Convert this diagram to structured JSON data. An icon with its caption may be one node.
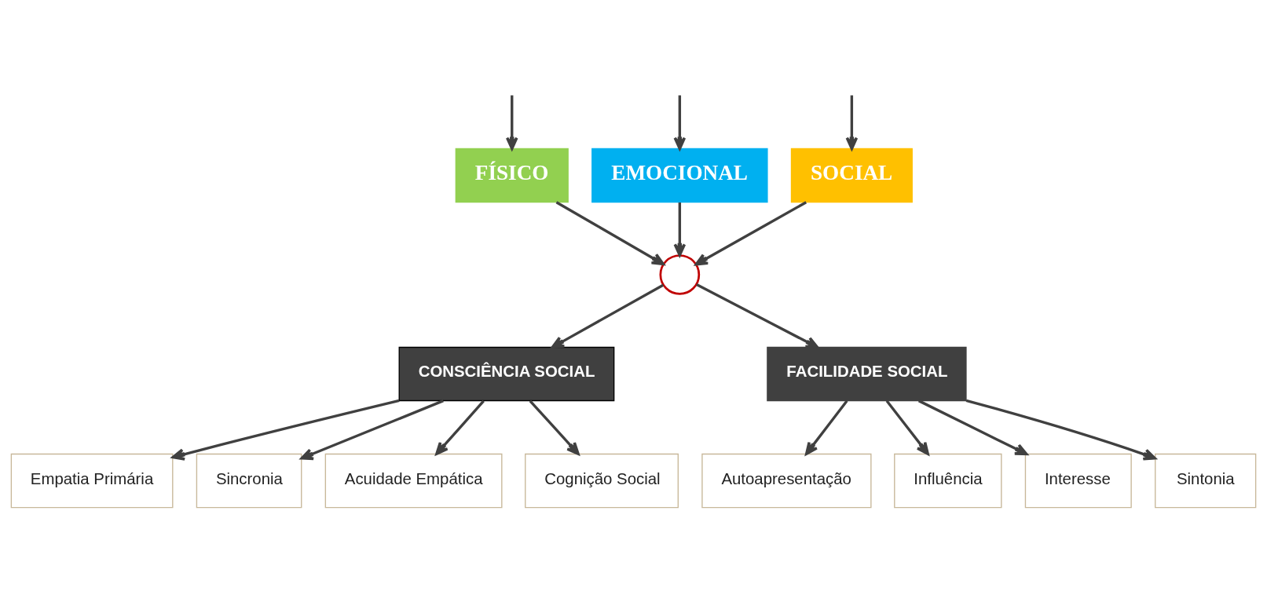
{
  "diagram": {
    "nodes": [
      {
        "text": [
          "FÍSICO"
        ]
      },
      {
        "text": [
          "EMOCIONAL"
        ]
      },
      {
        "text": [
          "SOCIAL"
        ]
      },
      {
        "text": [],
        "shape": "circle"
      },
      {
        "text": [
          "CONSCIÊNCIA SOCIAL"
        ]
      },
      {
        "text": [
          "FACILIDADE SOCIAL"
        ]
      },
      {
        "text": [
          "Empatia Primária"
        ]
      },
      {
        "text": [
          "Sincronia"
        ]
      },
      {
        "text": [
          "Acuidade Empática"
        ]
      },
      {
        "text": [
          "Cognição Social"
        ]
      },
      {
        "text": [
          "Autoapresentação"
        ]
      },
      {
        "text": [
          "Influência"
        ]
      },
      {
        "text": [
          "Interesse"
        ]
      },
      {
        "text": [
          "Sintonia"
        ]
      }
    ],
    "edges": [
      {
        "from": null,
        "to": 0,
        "arrow": "to"
      },
      {
        "from": null,
        "to": 1,
        "arrow": "to"
      },
      {
        "from": null,
        "to": 2,
        "arrow": "to"
      },
      {
        "from": 0,
        "to": 3,
        "arrow": "to"
      },
      {
        "from": 1,
        "to": 3,
        "arrow": "to"
      },
      {
        "from": 2,
        "to": 3,
        "arrow": "to"
      },
      {
        "from": 3,
        "to": 4,
        "arrow": "to"
      },
      {
        "from": 3,
        "to": 5,
        "arrow": "to"
      },
      {
        "from": 4,
        "to": 6,
        "arrow": "to"
      },
      {
        "from": 4,
        "to": 7,
        "arrow": "to"
      },
      {
        "from": 4,
        "to": 8,
        "arrow": "to"
      },
      {
        "from": 4,
        "to": 9,
        "arrow": "to"
      },
      {
        "from": 5,
        "to": 10,
        "arrow": "to"
      },
      {
        "from": 5,
        "to": 11,
        "arrow": "to"
      },
      {
        "from": 5,
        "to": 12,
        "arrow": "to"
      },
      {
        "from": 5,
        "to": 13,
        "arrow": "to"
      }
    ]
  }
}
